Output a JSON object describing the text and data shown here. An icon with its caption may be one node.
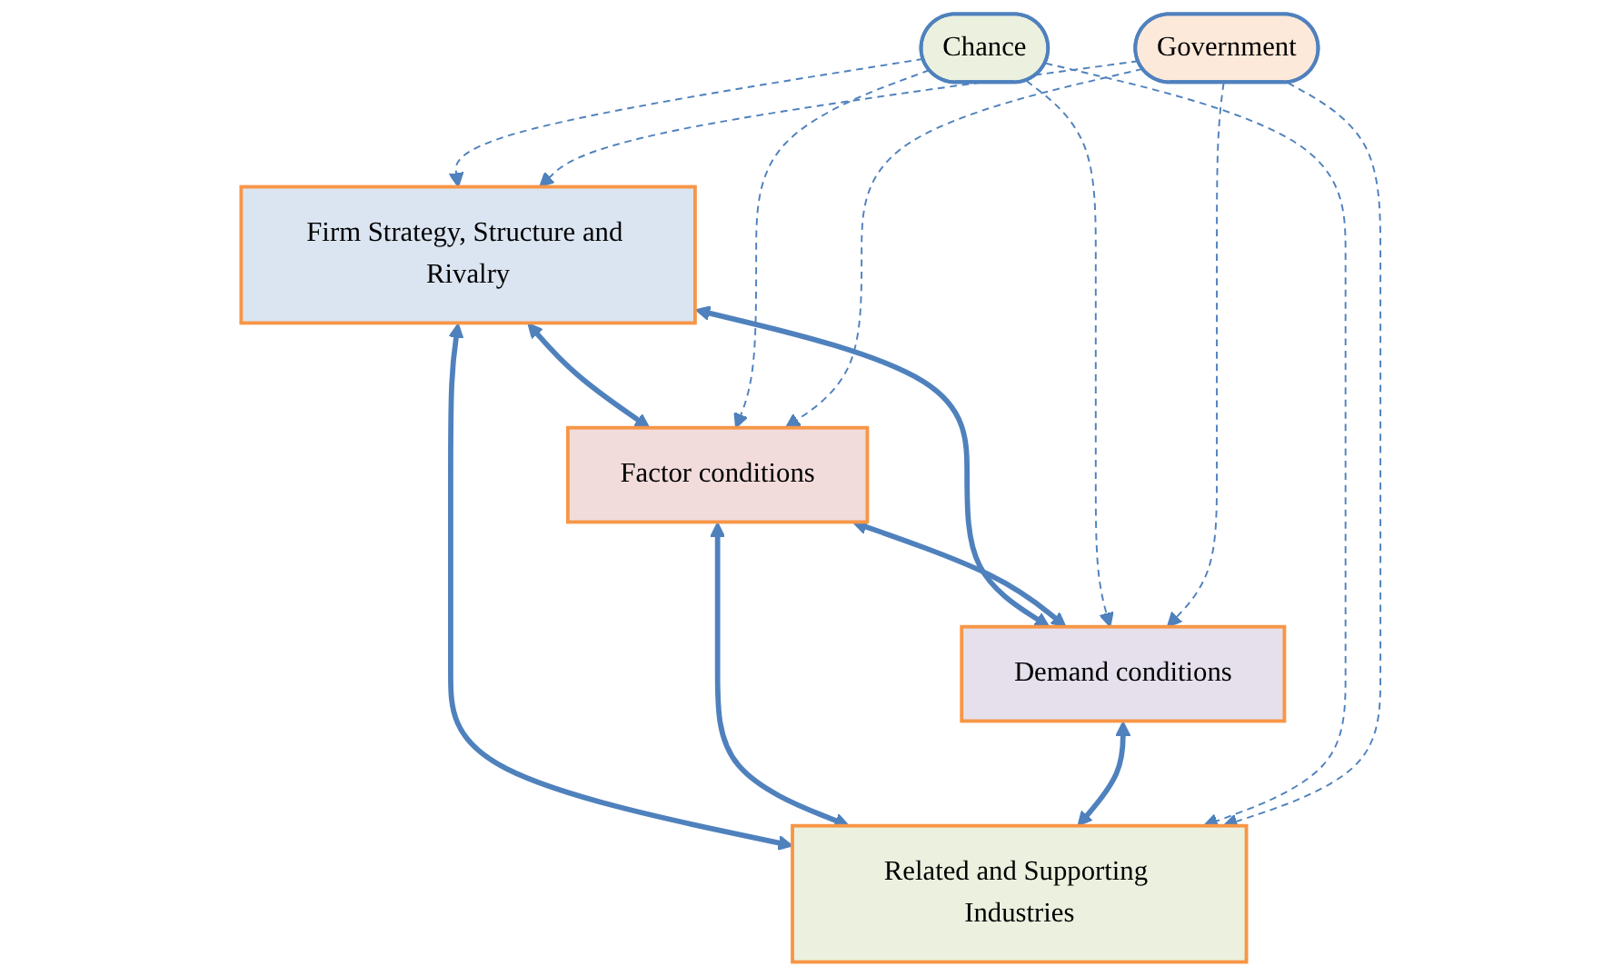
{
  "diagram": {
    "nodes": [
      {
        "text": [
          "Chance"
        ]
      },
      {
        "text": [
          "Firm Strategy, Structure and Rivalry"
        ]
      },
      {
        "text": [
          "Factor conditions"
        ]
      },
      {
        "text": [
          "Demand conditions"
        ]
      },
      {
        "text": [
          "Related and Supporting Industries"
        ]
      },
      {
        "text": [
          "Government"
        ]
      }
    ],
    "edges": [
      {
        "from": 1,
        "to": 2,
        "arrow": "both",
        "style": "thick"
      },
      {
        "from": 1,
        "to": 3,
        "arrow": "both",
        "style": "thick"
      },
      {
        "from": 2,
        "to": 3,
        "arrow": "both",
        "style": "thick"
      },
      {
        "from": 1,
        "to": 4,
        "arrow": "both",
        "style": "thick"
      },
      {
        "from": 2,
        "to": 4,
        "arrow": "both",
        "style": "thick"
      },
      {
        "from": 3,
        "to": 4,
        "arrow": "both",
        "style": "thick"
      },
      {
        "from": 0,
        "to": 1,
        "arrow": "to",
        "style": "dashed"
      },
      {
        "from": 0,
        "to": 2,
        "arrow": "to",
        "style": "dashed"
      },
      {
        "from": 0,
        "to": 3,
        "arrow": "to",
        "style": "dashed"
      },
      {
        "from": 0,
        "to": 4,
        "arrow": "to",
        "style": "dashed"
      },
      {
        "from": 5,
        "to": 4,
        "arrow": "to",
        "style": "dashed"
      },
      {
        "from": 5,
        "to": 3,
        "arrow": "to",
        "style": "dashed"
      },
      {
        "from": 5,
        "to": 1,
        "arrow": "to",
        "style": "dashed"
      },
      {
        "from": 5,
        "to": 2,
        "arrow": "to",
        "style": "dashed"
      }
    ]
  }
}
